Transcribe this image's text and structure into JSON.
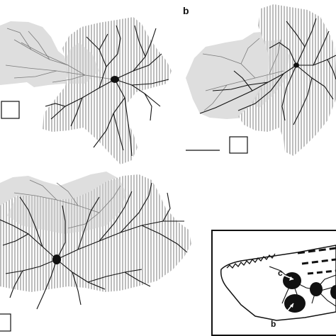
{
  "figure": {
    "panel_labels": {
      "b": "b"
    },
    "inset_labels": {
      "c": "c",
      "b": "b"
    },
    "colors": {
      "background": "#ffffff",
      "dendritic_field_light": "#dedede",
      "dendritic_field_hatched": "#bdbdbd",
      "neuron": "#111111",
      "faint_neuron": "#7a7a7a"
    }
  }
}
